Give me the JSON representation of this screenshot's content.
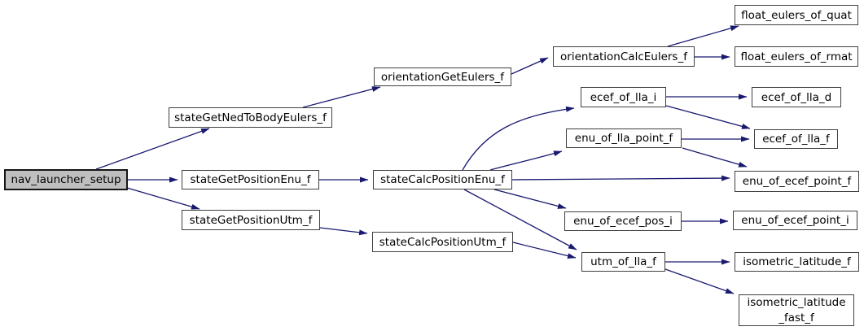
{
  "diagram": {
    "type": "call-graph",
    "root": "nav_launcher_setup",
    "colors": {
      "edge": "#191970",
      "node_border": "#3f3f3f",
      "node_fill": "#ffffff",
      "root_fill": "#bfbfbf",
      "text": "#000000",
      "background": "#ffffff"
    },
    "nodes": {
      "nav_launcher_setup": {
        "label": "nav_launcher_setup"
      },
      "stateGetNedToBodyEulers_f": {
        "label": "stateGetNedToBodyEulers_f"
      },
      "stateGetPositionEnu_f": {
        "label": "stateGetPositionEnu_f"
      },
      "stateGetPositionUtm_f": {
        "label": "stateGetPositionUtm_f"
      },
      "orientationGetEulers_f": {
        "label": "orientationGetEulers_f"
      },
      "orientationCalcEulers_f": {
        "label": "orientationCalcEulers_f"
      },
      "float_eulers_of_quat": {
        "label": "float_eulers_of_quat"
      },
      "float_eulers_of_rmat": {
        "label": "float_eulers_of_rmat"
      },
      "stateCalcPositionEnu_f": {
        "label": "stateCalcPositionEnu_f"
      },
      "stateCalcPositionUtm_f": {
        "label": "stateCalcPositionUtm_f"
      },
      "ecef_of_lla_i": {
        "label": "ecef_of_lla_i"
      },
      "ecef_of_lla_d": {
        "label": "ecef_of_lla_d"
      },
      "ecef_of_lla_f": {
        "label": "ecef_of_lla_f"
      },
      "enu_of_lla_point_f": {
        "label": "enu_of_lla_point_f"
      },
      "enu_of_ecef_point_f": {
        "label": "enu_of_ecef_point_f"
      },
      "enu_of_ecef_pos_i": {
        "label": "enu_of_ecef_pos_i"
      },
      "enu_of_ecef_point_i": {
        "label": "enu_of_ecef_point_i"
      },
      "utm_of_lla_f": {
        "label": "utm_of_lla_f"
      },
      "isometric_latitude_f": {
        "label": "isometric_latitude_f"
      },
      "isometric_latitude_fast_f": {
        "label": "isometric_latitude\n_fast_f"
      }
    },
    "edges": [
      {
        "from": "nav_launcher_setup",
        "to": "stateGetNedToBodyEulers_f"
      },
      {
        "from": "nav_launcher_setup",
        "to": "stateGetPositionEnu_f"
      },
      {
        "from": "nav_launcher_setup",
        "to": "stateGetPositionUtm_f"
      },
      {
        "from": "stateGetNedToBodyEulers_f",
        "to": "orientationGetEulers_f"
      },
      {
        "from": "orientationGetEulers_f",
        "to": "orientationCalcEulers_f"
      },
      {
        "from": "orientationCalcEulers_f",
        "to": "float_eulers_of_quat"
      },
      {
        "from": "orientationCalcEulers_f",
        "to": "float_eulers_of_rmat"
      },
      {
        "from": "stateGetPositionEnu_f",
        "to": "stateCalcPositionEnu_f"
      },
      {
        "from": "stateGetPositionUtm_f",
        "to": "stateCalcPositionUtm_f"
      },
      {
        "from": "stateCalcPositionEnu_f",
        "to": "ecef_of_lla_i"
      },
      {
        "from": "stateCalcPositionEnu_f",
        "to": "enu_of_lla_point_f"
      },
      {
        "from": "stateCalcPositionEnu_f",
        "to": "enu_of_ecef_point_f"
      },
      {
        "from": "stateCalcPositionEnu_f",
        "to": "enu_of_ecef_pos_i"
      },
      {
        "from": "stateCalcPositionEnu_f",
        "to": "utm_of_lla_f"
      },
      {
        "from": "stateCalcPositionUtm_f",
        "to": "utm_of_lla_f"
      },
      {
        "from": "ecef_of_lla_i",
        "to": "ecef_of_lla_d"
      },
      {
        "from": "ecef_of_lla_i",
        "to": "ecef_of_lla_f"
      },
      {
        "from": "enu_of_lla_point_f",
        "to": "ecef_of_lla_f"
      },
      {
        "from": "enu_of_lla_point_f",
        "to": "enu_of_ecef_point_f"
      },
      {
        "from": "enu_of_ecef_pos_i",
        "to": "enu_of_ecef_point_i"
      },
      {
        "from": "utm_of_lla_f",
        "to": "isometric_latitude_f"
      },
      {
        "from": "utm_of_lla_f",
        "to": "isometric_latitude_fast_f"
      }
    ]
  }
}
